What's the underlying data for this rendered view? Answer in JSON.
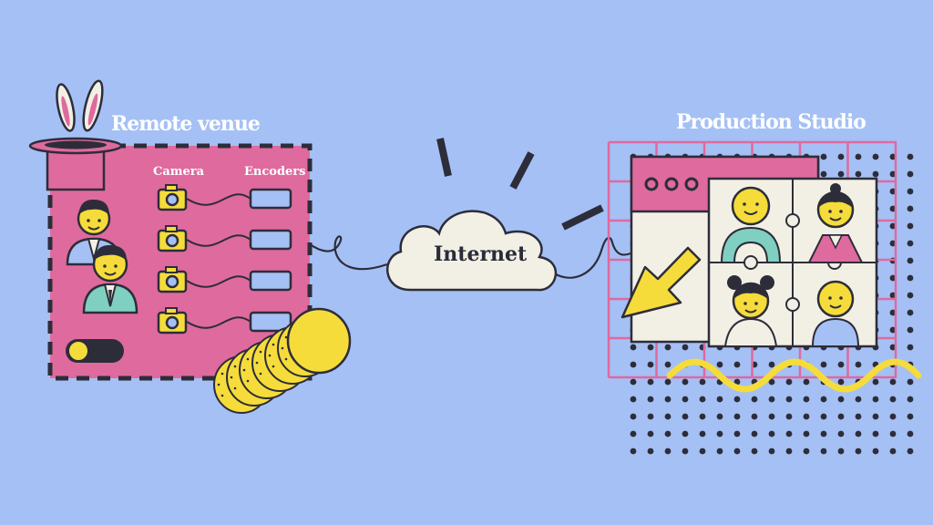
{
  "remote": {
    "title": "Remote venue",
    "camera_label": "Camera",
    "encoders_label": "Encoders"
  },
  "network": {
    "label": "Internet"
  },
  "studio": {
    "title": "Production Studio"
  },
  "colors": {
    "background": "#a5c0f5",
    "panel_pink": "#df6a9e",
    "ink": "#2d2d3a",
    "face_yellow": "#f5dc3a",
    "cream": "#f2f0e4",
    "teal": "#7fd0c0"
  }
}
